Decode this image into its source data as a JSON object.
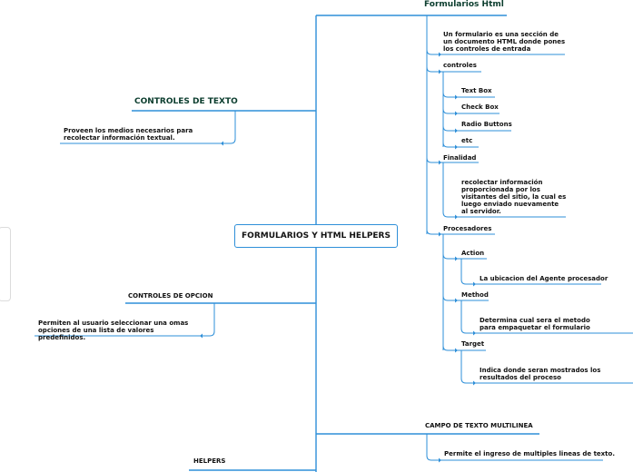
{
  "root": "FORMULARIOS Y HTML HELPERS",
  "left": {
    "controles_texto": {
      "title": "CONTROLES DE TEXTO",
      "desc": "Proveen los medios necesarios para recolectar información textual."
    },
    "controles_opcion": {
      "title": "CONTROLES DE OPCION",
      "desc": "Permiten al usuario seleccionar una omas opciones de una lista de valores predefinidos."
    },
    "helpers": {
      "title": "HELPERS"
    }
  },
  "right": {
    "formularios_html": {
      "title": "Formularios Html",
      "desc": "Un formulario es una sección de un documento HTML donde pones los controles de entrada",
      "controles": {
        "label": "controles",
        "items": [
          "Text Box",
          "Check Box",
          "Radio Buttons",
          "etc"
        ]
      },
      "finalidad": {
        "label": "Finalidad",
        "desc": "recolectar información proporcionada por los visitantes del sitio, la cual es luego enviado nuevamente al servidor."
      },
      "procesadores": {
        "label": "Procesadores",
        "action": {
          "label": "Action",
          "desc": "La ubicacion del Agente procesador"
        },
        "method": {
          "label": "Method",
          "desc": "Determina cual sera el metodo para empaquetar el formulario"
        },
        "target": {
          "label": "Target",
          "desc": "Indica donde seran mostrados los resultados del proceso"
        }
      }
    },
    "campo_multilinea": {
      "title": "CAMPO DE TEXTO MULTILINEA",
      "desc": "Permite el ingreso de multiples lineas de texto."
    }
  },
  "colors": {
    "line": "#2e8fd8",
    "title": "#0b3d2e"
  }
}
